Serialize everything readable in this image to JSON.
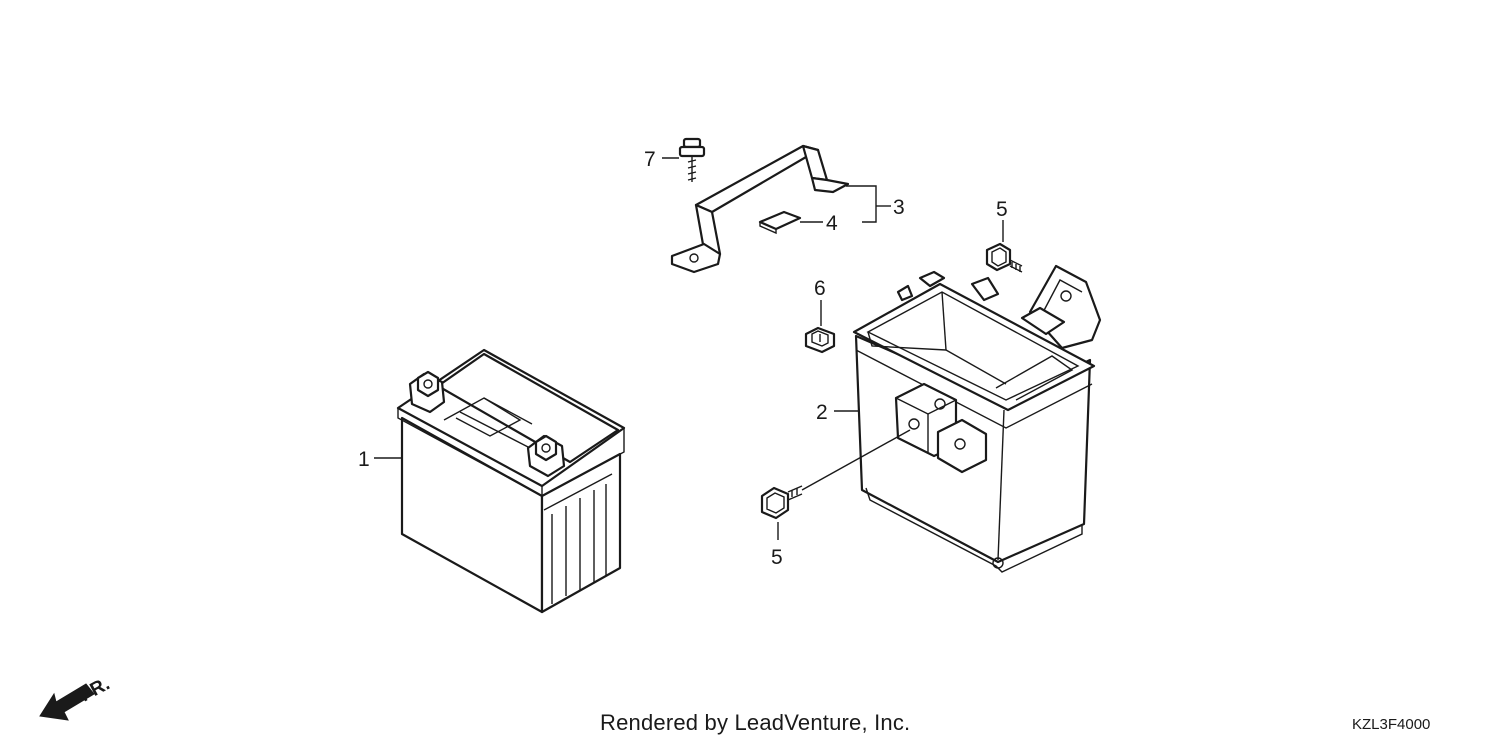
{
  "callouts": {
    "c1": "1",
    "c2": "2",
    "c3": "3",
    "c4": "4",
    "c5a": "5",
    "c5b": "5",
    "c6": "6",
    "c7": "7"
  },
  "direction_indicator": {
    "label": "FR.",
    "icon": "front-arrow-icon"
  },
  "footer": {
    "credit": "Rendered by LeadVenture, Inc.",
    "diagram_code": "KZL3F4000"
  }
}
